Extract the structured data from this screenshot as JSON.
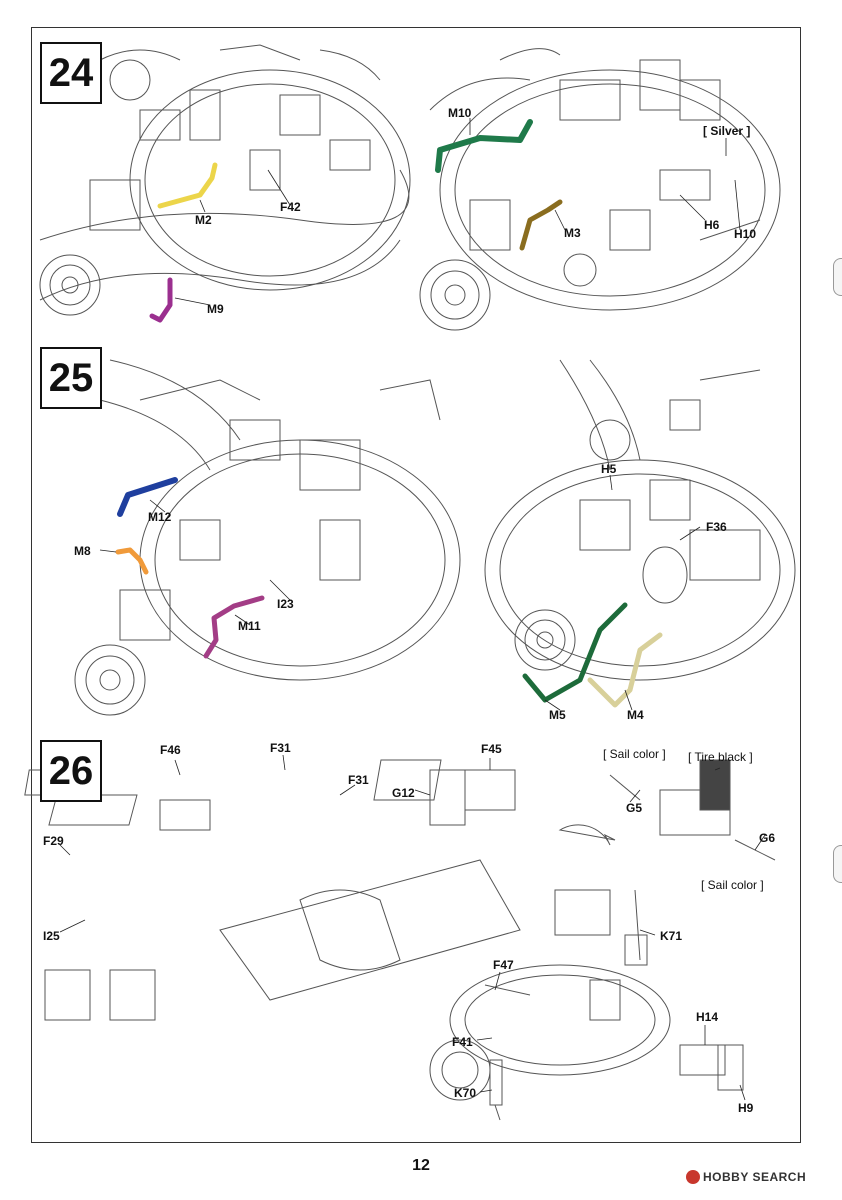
{
  "page_number": "12",
  "brand": "HOBBY SEARCH",
  "steps": [
    {
      "number": "24",
      "labels": {
        "m10": "M10",
        "silver": "[ Silver ]",
        "m2": "M2",
        "f42": "F42",
        "m3": "M3",
        "h6": "H6",
        "h10": "H10",
        "m9": "M9"
      }
    },
    {
      "number": "25",
      "labels": {
        "h5": "H5",
        "m12": "M12",
        "f36": "F36",
        "m8": "M8",
        "i23": "I23",
        "m11": "M11",
        "m5": "M5",
        "m4": "M4"
      }
    },
    {
      "number": "26",
      "labels": {
        "f46": "F46",
        "f31a": "F31",
        "f31b": "F31",
        "f45": "F45",
        "g12": "G12",
        "sail_color_top": "[ Sail color ]",
        "tire_black": "[ Tire black ]",
        "g5": "G5",
        "g6": "G6",
        "sail_color_bottom": "[ Sail color ]",
        "f29": "F29",
        "i25": "I25",
        "k71": "K71",
        "f47": "F47",
        "f41": "F41",
        "k70": "K70",
        "h14": "H14",
        "h9": "H9"
      }
    }
  ],
  "colors": {
    "m2": "#ecd54a",
    "m9": "#9b2f8f",
    "m10": "#1f7a4a",
    "m3": "#8a6d1f",
    "m12": "#1f3f9e",
    "m8": "#f09a3a",
    "m11": "#a33d86",
    "m5": "#1d6b3a",
    "m4": "#d8d09a"
  }
}
